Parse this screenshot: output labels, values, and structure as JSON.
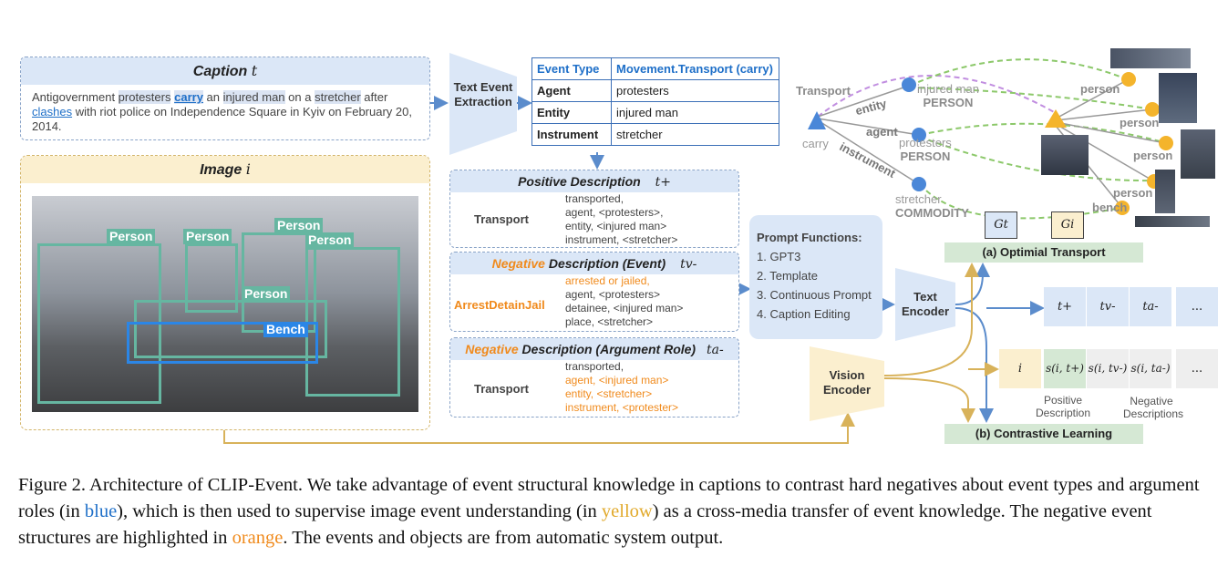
{
  "caption_box": {
    "title": "Caption",
    "symbol": "t",
    "text_parts": [
      "Antigovernment ",
      "protesters",
      " ",
      "carry",
      " an ",
      "injured man",
      " on a ",
      "stretcher",
      " after ",
      "clashes",
      " with riot police on Independence Square in Kyiv on February 20, 2014."
    ]
  },
  "image_box": {
    "title": "Image",
    "symbol": "i",
    "boxes": [
      {
        "label": "Person"
      },
      {
        "label": "Person"
      },
      {
        "label": "Person"
      },
      {
        "label": "Person"
      },
      {
        "label": "Person"
      },
      {
        "label": "Bench"
      }
    ]
  },
  "text_event_extraction": "Text Event Extraction",
  "event_table": {
    "rows": [
      {
        "key": "Event Type",
        "value": "Movement.Transport (carry)"
      },
      {
        "key": "Agent",
        "value": "protesters"
      },
      {
        "key": "Entity",
        "value": "injured man"
      },
      {
        "key": "Instrument",
        "value": "stretcher"
      }
    ]
  },
  "positive_description": {
    "title": "Positive Description",
    "symbol": "t+",
    "role": "Transport",
    "lines": [
      "transported,",
      "agent, <protesters>,",
      "entity, <injured man>",
      "instrument, <stretcher>"
    ]
  },
  "negative_event": {
    "title_neg": "Negative",
    "title_rest": " Description (Event)",
    "symbol": "tv-",
    "role": "ArrestDetainJail",
    "lines": [
      "arrested or jailed,",
      "agent, <protesters>",
      "detainee, <injured man>",
      "place, <stretcher>"
    ]
  },
  "negative_role": {
    "title_neg": "Negative",
    "title_rest": " Description (Argument Role)",
    "symbol": "ta-",
    "role": "Transport",
    "lines": [
      "transported,",
      "agent, <injured man>",
      "entity, <stretcher>",
      "instrument, <protester>"
    ]
  },
  "prompt_functions": {
    "title": "Prompt Functions:",
    "items": [
      "1. GPT3",
      "2. Template",
      "3. Continuous Prompt",
      "4. Caption Editing"
    ]
  },
  "text_encoder": "Text Encoder",
  "vision_encoder": "Vision Encoder",
  "graph": {
    "transport": "Transport",
    "carry": "carry",
    "edges": [
      "entity",
      "agent",
      "instrument"
    ],
    "nodes": [
      {
        "name": "injured man",
        "type": "PERSON"
      },
      {
        "name": "protesters",
        "type": "PERSON"
      },
      {
        "name": "stretcher",
        "type": "COMMODITY"
      }
    ],
    "image_edges": [
      "person",
      "person",
      "person",
      "person",
      "bench"
    ],
    "gt": "Gt",
    "gi": "Gi",
    "ot_label": "(a) Optimial Transport"
  },
  "contrastive": {
    "top_cells": [
      "t+",
      "tv-",
      "ta-",
      "..."
    ],
    "bottom_cells": [
      "i",
      "s(i, t+)",
      "s(i, tv-)",
      "s(i, ta-)",
      "..."
    ],
    "positive_label": "Positive Description",
    "negative_label": "Negative Descriptions",
    "cl_label": "(b) Contrastive Learning"
  },
  "figure_caption": {
    "parts": [
      "Figure 2. Architecture of CLIP-Event. We take advantage of event structural knowledge in captions to contrast hard negatives about event types and argument roles (in ",
      "blue",
      "), which is then used to supervise image event understanding (in ",
      "yellow",
      ") as a cross-media transfer of event knowledge. The negative event structures are highlighted in ",
      "orange",
      ". The events and objects are from automatic system output."
    ]
  },
  "colors": {
    "blue": "#1e6fc8",
    "yellow": "#e1a92a",
    "orange": "#f08a1c",
    "green": "#66b6a1"
  }
}
